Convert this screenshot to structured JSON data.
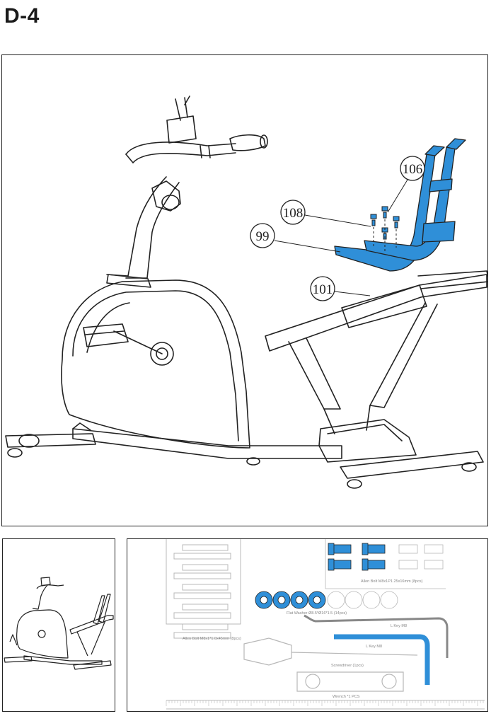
{
  "step_title": "D-4",
  "callouts": {
    "c106": "106",
    "c108": "108",
    "c99": "99",
    "c101": "101"
  },
  "hardware_labels": {
    "allen_bolt_left": "Allen Bolt  M8x1*1.0x45mm  (8pcs)",
    "allen_bolt_right": "Allen Bolt  M8x1P1.25x16mm  (8pcs)",
    "flat_washer": "Flat Washer Ø8.5*Ø16*1.5  (14pcs)",
    "l_key_large": "L Key  M8",
    "l_key_small": "L Key  M8",
    "screwdriver": "Screwdriver (1pcs)",
    "wrench": "Wrench *1 PCS"
  },
  "colors": {
    "highlight": "#2f8fd8",
    "line": "#222222",
    "faded": "#b8b8b8"
  }
}
